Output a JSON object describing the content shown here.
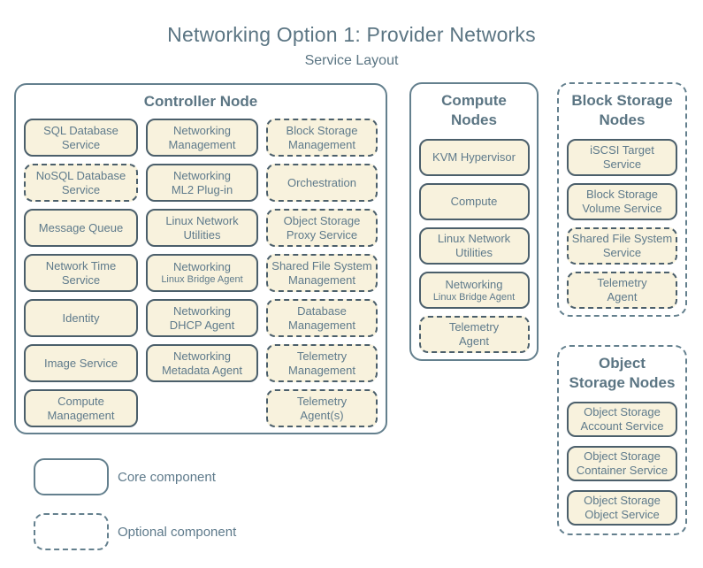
{
  "title": "Networking Option 1: Provider Networks",
  "subtitle": "Service Layout",
  "colors": {
    "background": "#ffffff",
    "service_box_fill": "#f8f2dd",
    "service_box_border": "#4b5f6b",
    "container_border": "#64808e",
    "text": "#5e7a8b"
  },
  "containers": {
    "controller": {
      "title": "Controller Node",
      "border": "solid",
      "services": [
        {
          "label": "SQL Database\nService",
          "type": "core"
        },
        {
          "label": "Networking\nManagement",
          "type": "core"
        },
        {
          "label": "Block Storage\nManagement",
          "type": "optional"
        },
        {
          "label": "NoSQL Database\nService",
          "type": "optional"
        },
        {
          "label": "Networking\nML2 Plug-in",
          "type": "core"
        },
        {
          "label": "Orchestration",
          "type": "optional"
        },
        {
          "label": "Message Queue",
          "type": "core"
        },
        {
          "label": "Linux Network\nUtilities",
          "type": "core"
        },
        {
          "label": "Object Storage\nProxy Service",
          "type": "optional"
        },
        {
          "label": "Network Time\nService",
          "type": "core"
        },
        {
          "label": "Networking",
          "sub": "Linux Bridge Agent",
          "type": "core"
        },
        {
          "label": "Shared File System\nManagement",
          "type": "optional"
        },
        {
          "label": "Identity",
          "type": "core"
        },
        {
          "label": "Networking\nDHCP Agent",
          "type": "core"
        },
        {
          "label": "Database\nManagement",
          "type": "optional"
        },
        {
          "label": "Image Service",
          "type": "core"
        },
        {
          "label": "Networking\nMetadata Agent",
          "type": "core"
        },
        {
          "label": "Telemetry\nManagement",
          "type": "optional"
        },
        {
          "label": "Compute\nManagement",
          "type": "core"
        },
        {
          "label": "Telemetry\nAgent(s)",
          "type": "optional"
        }
      ]
    },
    "compute": {
      "title": "Compute\nNodes",
      "border": "solid",
      "services": [
        {
          "label": "KVM Hypervisor",
          "type": "core"
        },
        {
          "label": "Compute",
          "type": "core"
        },
        {
          "label": "Linux Network\nUtilities",
          "type": "core"
        },
        {
          "label": "Networking",
          "sub": "Linux Bridge Agent",
          "type": "core"
        },
        {
          "label": "Telemetry\nAgent",
          "type": "optional"
        }
      ]
    },
    "block_storage": {
      "title": "Block Storage\nNodes",
      "border": "dashed",
      "services": [
        {
          "label": "iSCSI Target\nService",
          "type": "core"
        },
        {
          "label": "Block Storage\nVolume Service",
          "type": "core"
        },
        {
          "label": "Shared File System\nService",
          "type": "optional"
        },
        {
          "label": "Telemetry\nAgent",
          "type": "optional"
        }
      ]
    },
    "object_storage": {
      "title": "Object\nStorage Nodes",
      "border": "dashed",
      "services": [
        {
          "label": "Object Storage\nAccount Service",
          "type": "core"
        },
        {
          "label": "Object Storage\nContainer Service",
          "type": "core"
        },
        {
          "label": "Object Storage\nObject Service",
          "type": "core"
        }
      ]
    }
  },
  "legend": [
    {
      "label": "Core component",
      "type": "core"
    },
    {
      "label": "Optional component",
      "type": "optional"
    }
  ]
}
